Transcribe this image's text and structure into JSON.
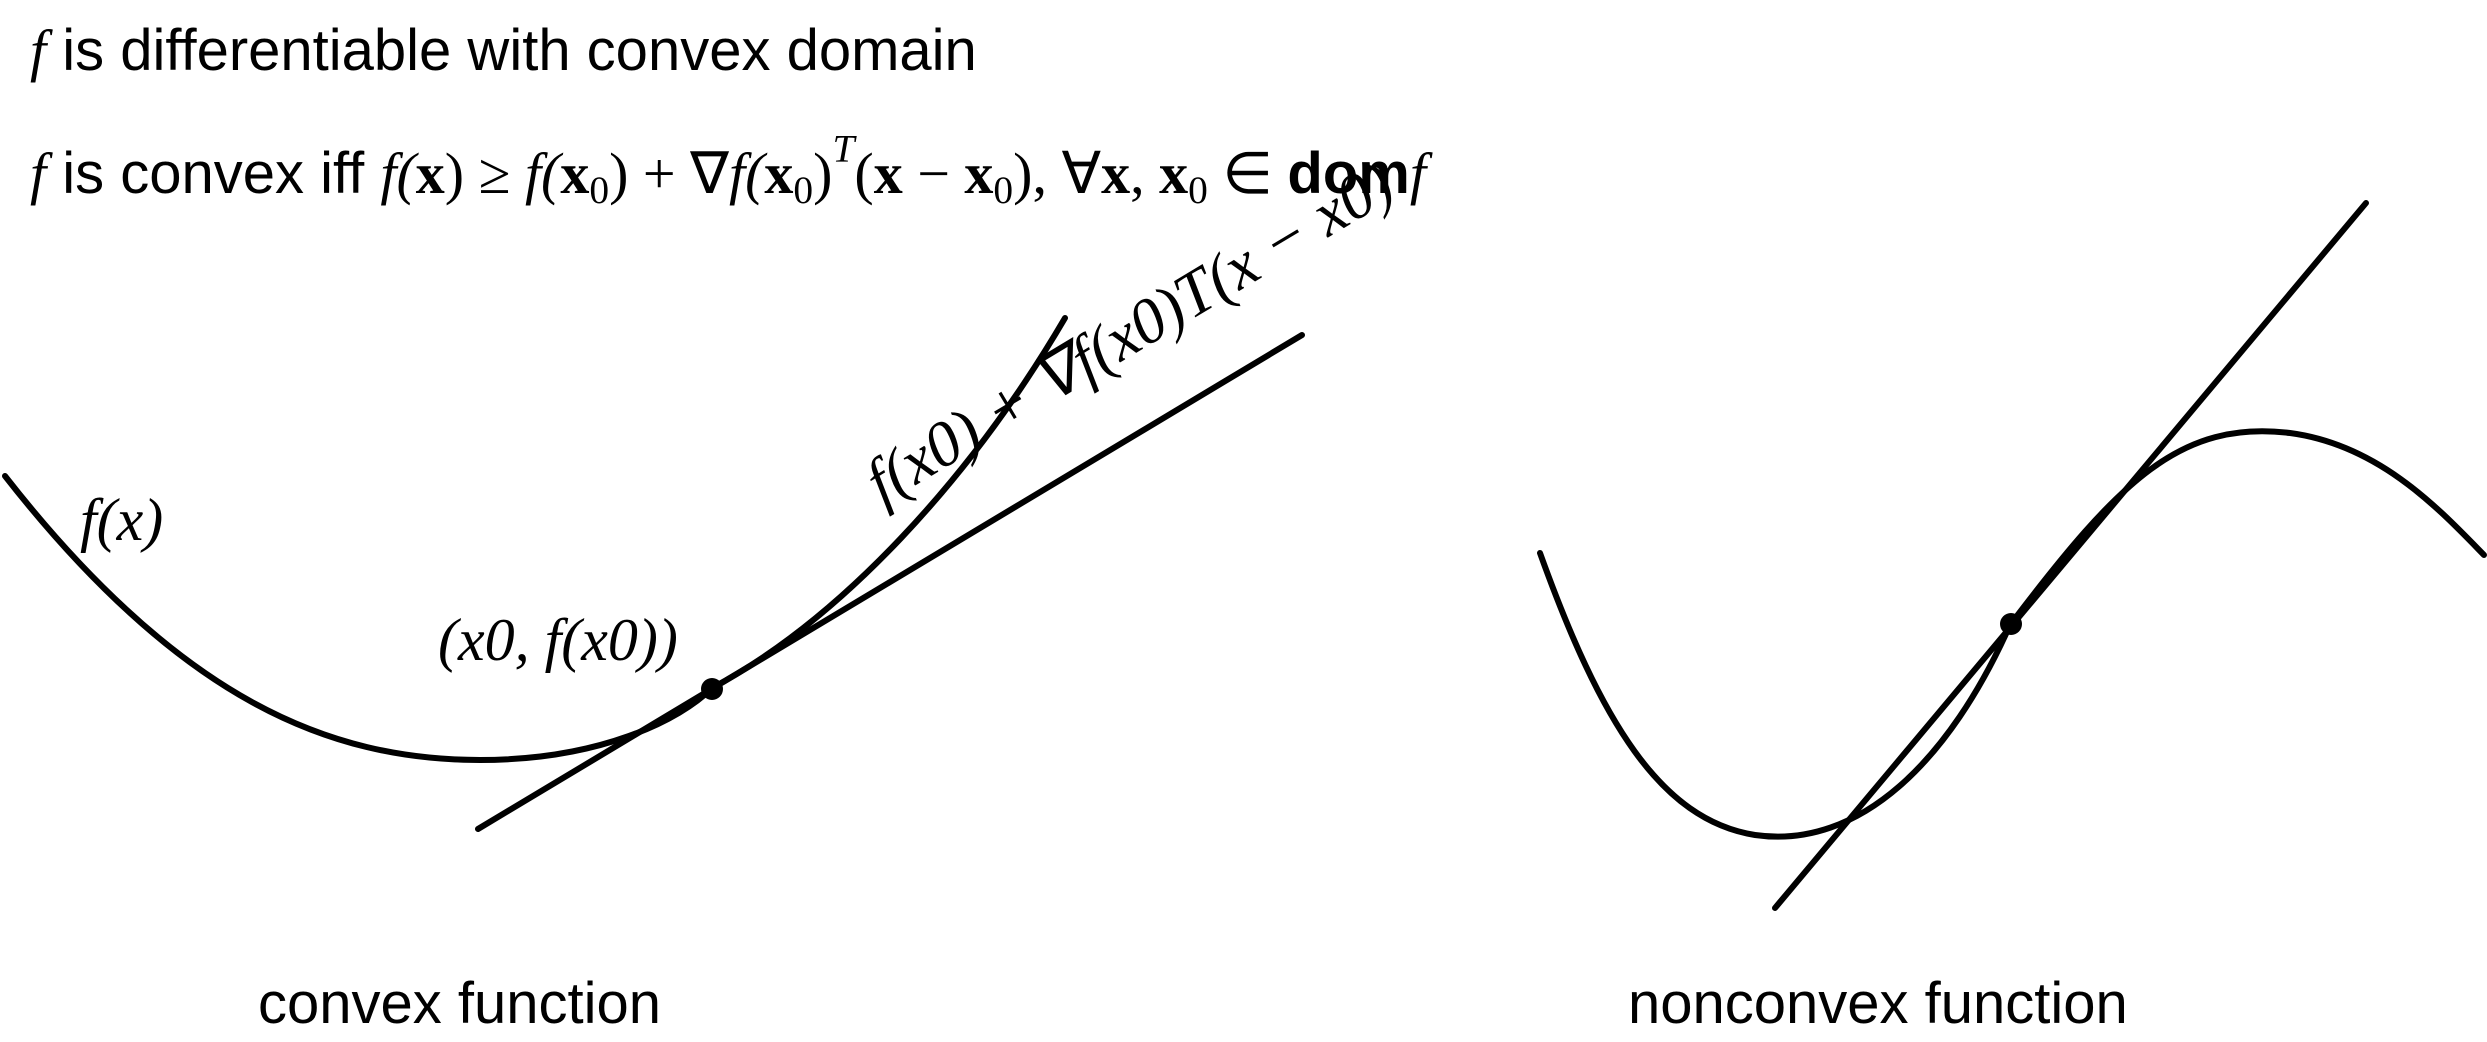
{
  "header": {
    "line1": {
      "f_symbol": "f",
      "text": "is differentiable with convex domain"
    },
    "line2": {
      "f_symbol": "f",
      "text": "is convex iff",
      "lhs": "f(x)",
      "ge": "≥",
      "rhs_f": "f(x",
      "sub0": "0",
      "rhs_close": ")",
      "plus": "+",
      "grad": "∇f(x",
      "sup_T": "T",
      "paren_open": "(x − x",
      "paren_close": "),",
      "forall": "∀x, x",
      "in": "∈",
      "dom": "dom",
      "dom_f": "f"
    }
  },
  "convex_panel": {
    "curve_label": "f(x)",
    "point_label": "(x0, f(x0))",
    "tangent_label": "f(x0) + ∇f(x0)T(x − x0)",
    "caption": "convex function"
  },
  "nonconvex_panel": {
    "caption": "nonconvex function"
  }
}
